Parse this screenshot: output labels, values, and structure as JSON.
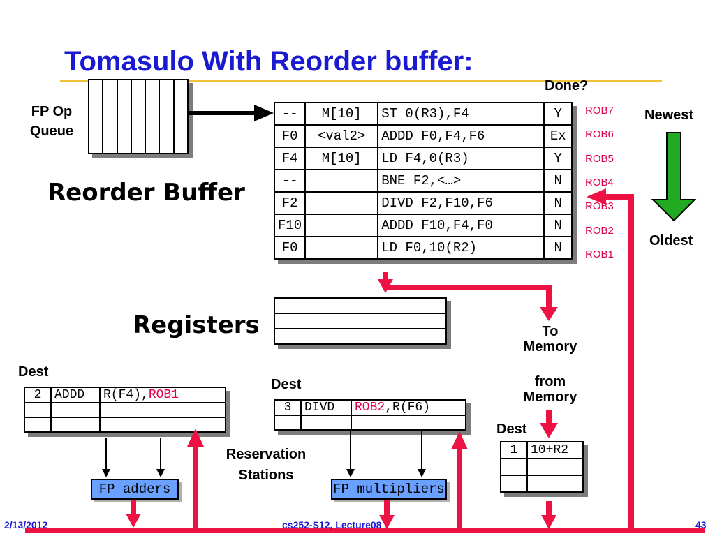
{
  "title": "Tomasulo With Reorder buffer:",
  "fp_op_queue": {
    "line1": "FP Op",
    "line2": "Queue"
  },
  "reorder_buffer": {
    "label": "Reorder Buffer",
    "done_header": "Done?",
    "rows": [
      {
        "dest": "--",
        "value": "M[10]",
        "instr": "ST 0(R3),F4",
        "done": "Y",
        "rob": "ROB7"
      },
      {
        "dest": "F0",
        "value": "<val2>",
        "instr": "ADDD F0,F4,F6",
        "done": "Ex",
        "rob": "ROB6"
      },
      {
        "dest": "F4",
        "value": "M[10]",
        "instr": "LD F4,0(R3)",
        "done": "Y",
        "rob": "ROB5"
      },
      {
        "dest": "--",
        "value": "",
        "instr": "BNE F2,<…>",
        "done": "N",
        "rob": "ROB4"
      },
      {
        "dest": "F2",
        "value": "",
        "instr": "DIVD F2,F10,F6",
        "done": "N",
        "rob": "ROB3"
      },
      {
        "dest": "F10",
        "value": "",
        "instr": "ADDD F10,F4,F0",
        "done": "N",
        "rob": "ROB2"
      },
      {
        "dest": "F0",
        "value": "",
        "instr": "LD F0,10(R2)",
        "done": "N",
        "rob": "ROB1"
      }
    ]
  },
  "order": {
    "newest": "Newest",
    "oldest": "Oldest"
  },
  "registers": {
    "label": "Registers"
  },
  "memory": {
    "to_line1": "To",
    "to_line2": "Memory",
    "from_line1": "from",
    "from_line2": "Memory"
  },
  "rs_adders": {
    "dest_label": "Dest",
    "row1": {
      "tag": "2",
      "op": "ADDD",
      "src_prefix": "R(F4),",
      "src_rob": "ROB1"
    }
  },
  "rs_multipliers": {
    "dest_label": "Dest",
    "row1": {
      "tag": "3",
      "op": "DIVD",
      "src_rob": "ROB2",
      "src_suffix": ",R(F6)"
    }
  },
  "reservation_stations": {
    "line1": "Reservation",
    "line2": "Stations"
  },
  "load_buffer": {
    "dest_label": "Dest",
    "row1": {
      "tag": "1",
      "addr": "10+R2"
    }
  },
  "units": {
    "adders": "FP adders",
    "multipliers": "FP multipliers"
  },
  "footer": {
    "date": "2/13/2012",
    "course": "cs252-S12, Lecture08",
    "page": "43"
  },
  "colors": {
    "title": "#1a1ad0",
    "accent_red": "#e0004a",
    "bus": "#ee1144",
    "arrow_green": "#22aa22",
    "unit_blue": "#6aa0ff"
  }
}
